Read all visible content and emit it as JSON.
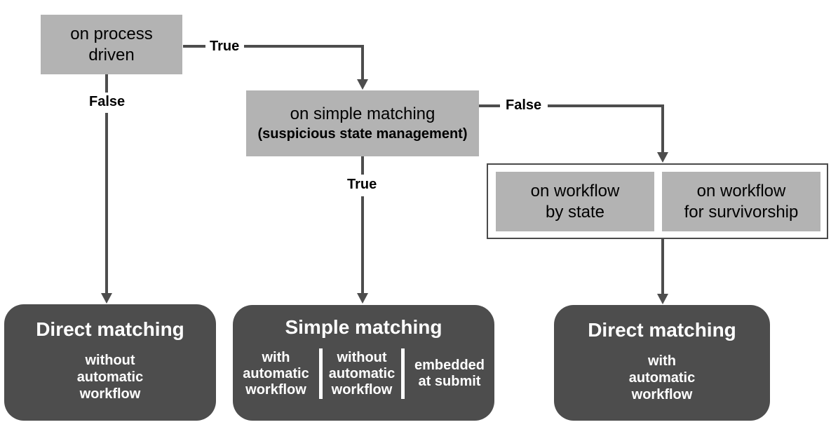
{
  "diagram": {
    "type": "flowchart",
    "description": "Matching strategy decision tree",
    "colors": {
      "condition_box": "#b3b3b3",
      "result_box": "#4d4d4d",
      "connector": "#4d4d4d",
      "text_on_condition": "#000000",
      "text_on_result": "#ffffff",
      "group_border": "#4a4a4a"
    },
    "nodes": {
      "process_driven": {
        "lines": [
          "on process",
          "driven"
        ]
      },
      "simple_matching_condition": {
        "main": "on simple matching",
        "note": "(suspicious state management)"
      },
      "workflow_group": {
        "by_state": {
          "lines": [
            "on workflow",
            "by state"
          ]
        },
        "for_survivorship": {
          "lines": [
            "on workflow",
            "for survivorship"
          ]
        }
      },
      "direct_matching_without": {
        "title": "Direct matching",
        "sub_lines": [
          "without",
          "automatic",
          "workflow"
        ]
      },
      "simple_matching_result": {
        "title": "Simple matching",
        "columns": [
          {
            "lines": [
              "with",
              "automatic",
              "workflow"
            ]
          },
          {
            "lines": [
              "without",
              "automatic",
              "workflow"
            ]
          },
          {
            "lines": [
              "embedded",
              "at submit"
            ]
          }
        ]
      },
      "direct_matching_with": {
        "title": "Direct matching",
        "sub_lines": [
          "with",
          "automatic",
          "workflow"
        ]
      }
    },
    "edges": [
      {
        "from": "process_driven",
        "to": "simple_matching_condition",
        "label": "True"
      },
      {
        "from": "process_driven",
        "to": "direct_matching_without",
        "label": "False"
      },
      {
        "from": "simple_matching_condition",
        "to": "workflow_group",
        "label": "False"
      },
      {
        "from": "simple_matching_condition",
        "to": "simple_matching_result",
        "label": "True"
      },
      {
        "from": "workflow_group",
        "to": "direct_matching_with",
        "label": ""
      }
    ]
  }
}
